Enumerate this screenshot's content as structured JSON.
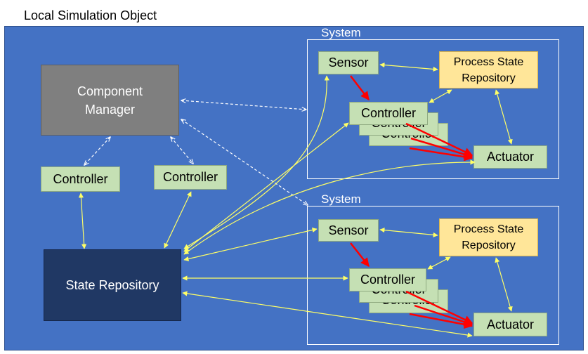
{
  "title": "Local Simulation Object",
  "component_manager": {
    "label": "Component\nManager"
  },
  "controllers_left": [
    "Controller",
    "Controller"
  ],
  "state_repository": {
    "label": "State Repository"
  },
  "systems": [
    {
      "label": "System",
      "sensor": "Sensor",
      "process_state_repository": "Process State\nRepository",
      "controller": "Controller",
      "controller_stack": [
        "Controller",
        "Controller"
      ],
      "actuator": "Actuator"
    },
    {
      "label": "System",
      "sensor": "Sensor",
      "process_state_repository": "Process State\nRepository",
      "controller": "Controller",
      "controller_stack": [
        "Controller",
        "Controller"
      ],
      "actuator": "Actuator"
    }
  ],
  "colors": {
    "canvas": "#4472C4",
    "green_box": "#C5E0B4",
    "yellow_box": "#FFE699",
    "grey_box": "#7F7F7F",
    "navy_box": "#203864",
    "connector_yellow": "#FFFF66",
    "connector_red": "#FF0000",
    "connector_dashed": "#FFFFFF"
  }
}
